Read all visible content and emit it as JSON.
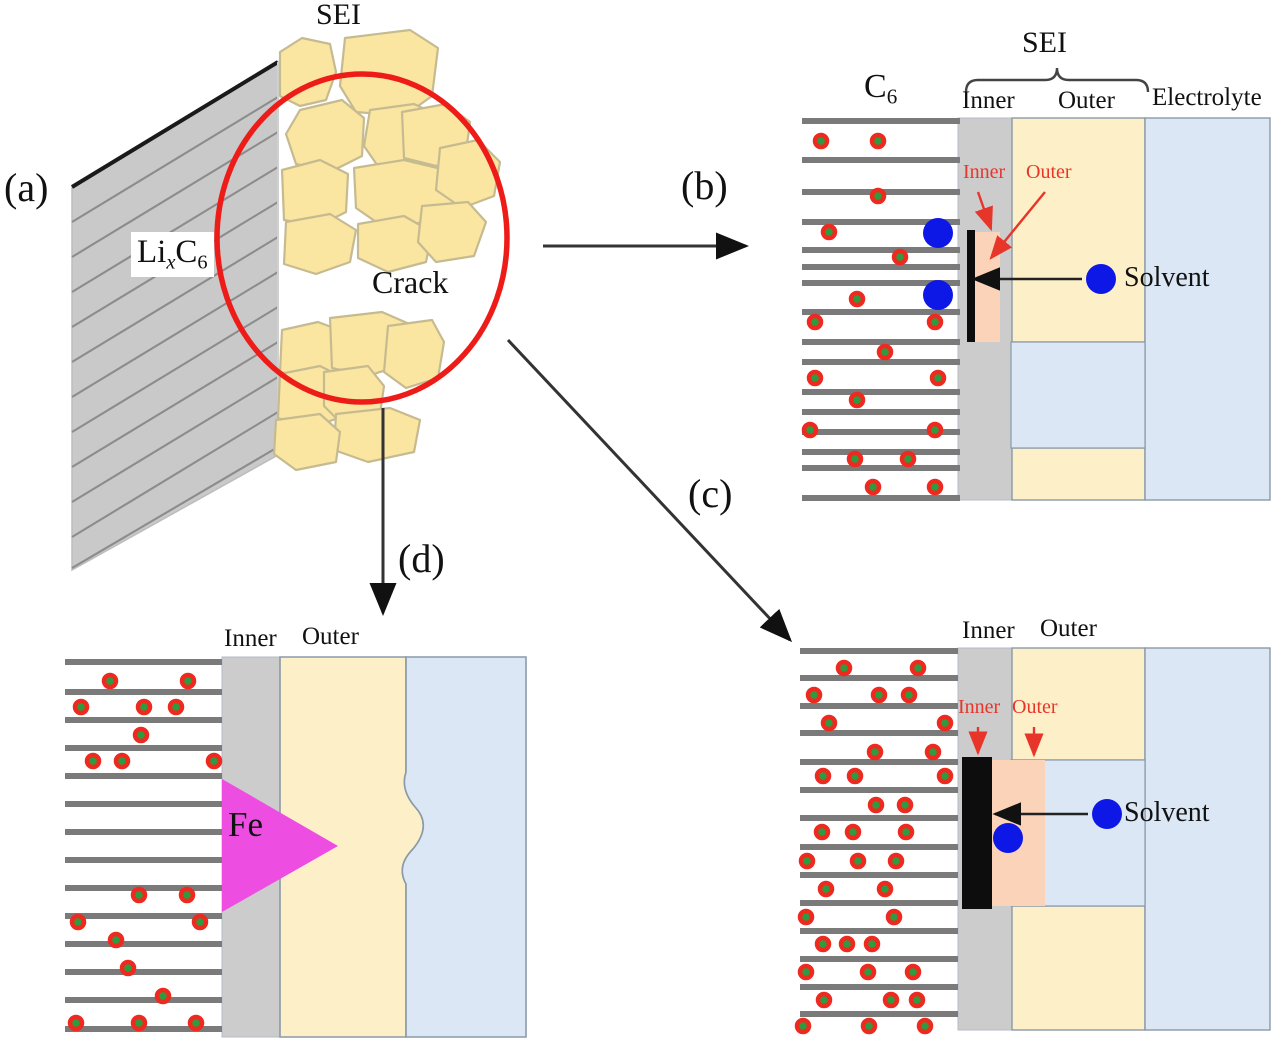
{
  "figure": {
    "title": "SEI crack and regrowth mechanism schematic",
    "panels": [
      "a",
      "b",
      "c",
      "d"
    ]
  },
  "colors": {
    "sei_particle_fill": "#fae6a0",
    "sei_particle_stroke": "#c9bd93",
    "graphite_slab_fill": "#c9c9c9",
    "graphite_line": "#7a7a7a",
    "circle_red": "#e8231c",
    "crack_circle": "#ee1c18",
    "li_core_green": "#2e9b3e",
    "li_ring_red": "#ee2a20",
    "solvent_blue": "#0e18e6",
    "inner_gray": "#cccccc",
    "outer_yellow": "#fdf0c8",
    "electrolyte_blue": "#dbe7f5",
    "thin_outer_peach": "#fad3b8",
    "black_block": "#0d0d0d",
    "fe_magenta": "#ee4de2",
    "arrow_black": "#222222",
    "red_annotation": "#e8352a",
    "panel_border": "#8a9aa8"
  },
  "panel_a": {
    "tag": "(a)",
    "sei_label": "SEI",
    "crack_label": "Crack",
    "material_label": {
      "prefix": "Li",
      "sub_italic": "x",
      "element": "C",
      "sub_num": "6"
    }
  },
  "panel_b": {
    "tag": "(b)",
    "graphite_label": {
      "text": "C",
      "sub": "6"
    },
    "sei_brace_label": "SEI",
    "inner_label": "Inner",
    "outer_label": "Outer",
    "electrolyte_label": "Electrolyte",
    "annotation_inner": "Inner",
    "annotation_outer": "Outer",
    "solvent_label": "Solvent"
  },
  "panel_c": {
    "tag": "(c)",
    "inner_label": "Inner",
    "outer_label": "Outer",
    "annotation_inner": "Inner",
    "annotation_outer": "Outer",
    "solvent_label": "Solvent"
  },
  "panel_d": {
    "tag": "(d)",
    "inner_label": "Inner",
    "outer_label": "Outer",
    "fe_label": "Fe"
  },
  "chart_data": {
    "type": "diagram",
    "title": "SEI crack, solvent penetration and Fe deposition schematic",
    "panels": [
      {
        "id": "a",
        "description": "3D graphite (LixC6) slab with mosaic SEI particles on its surface; a red circle highlights a crack region between upper and lower SEI particle clusters.",
        "labels": [
          "SEI",
          "LixC6",
          "Crack",
          "(a)"
        ],
        "sei_particle_count": 17
      },
      {
        "id": "b",
        "description": "Cross-section: graphite layers with Li ions on the left, gray inner SEI layer, yellow outer SEI layer broken at the crack, light-blue electrolyte on the right. A thin black line marks a newly formed inner SEI and a thin peach strip marks a new outer SEI at the crack. Blue solvent molecules migrate toward the crack.",
        "layers": [
          "C6",
          "Inner",
          "Outer",
          "Electrolyte"
        ],
        "li_ion_count": 22,
        "solvent_count": 3
      },
      {
        "id": "c",
        "description": "Cross-section with a thicker black inner-SEI block and peach new outer SEI at the crack; higher Li ion density in graphite; solvent molecules arrive at the crack.",
        "layers": [
          "Inner",
          "Outer"
        ],
        "li_ion_count": 38,
        "solvent_count": 2
      },
      {
        "id": "d",
        "description": "Cross-section with a magenta Fe wedge penetrating from the graphite edge through the inner SEI into the outer SEI, which bulges into the electrolyte.",
        "layers": [
          "Inner",
          "Outer"
        ],
        "li_ion_count": 23,
        "fe_present": true
      }
    ],
    "flow_arrows": [
      {
        "from": "a",
        "to": "b",
        "label": "(b)",
        "direction": "right"
      },
      {
        "from": "a",
        "to": "c",
        "label": "(c)",
        "direction": "diagonal-down-right"
      },
      {
        "from": "a",
        "to": "d",
        "label": "(d)",
        "direction": "down"
      }
    ]
  }
}
